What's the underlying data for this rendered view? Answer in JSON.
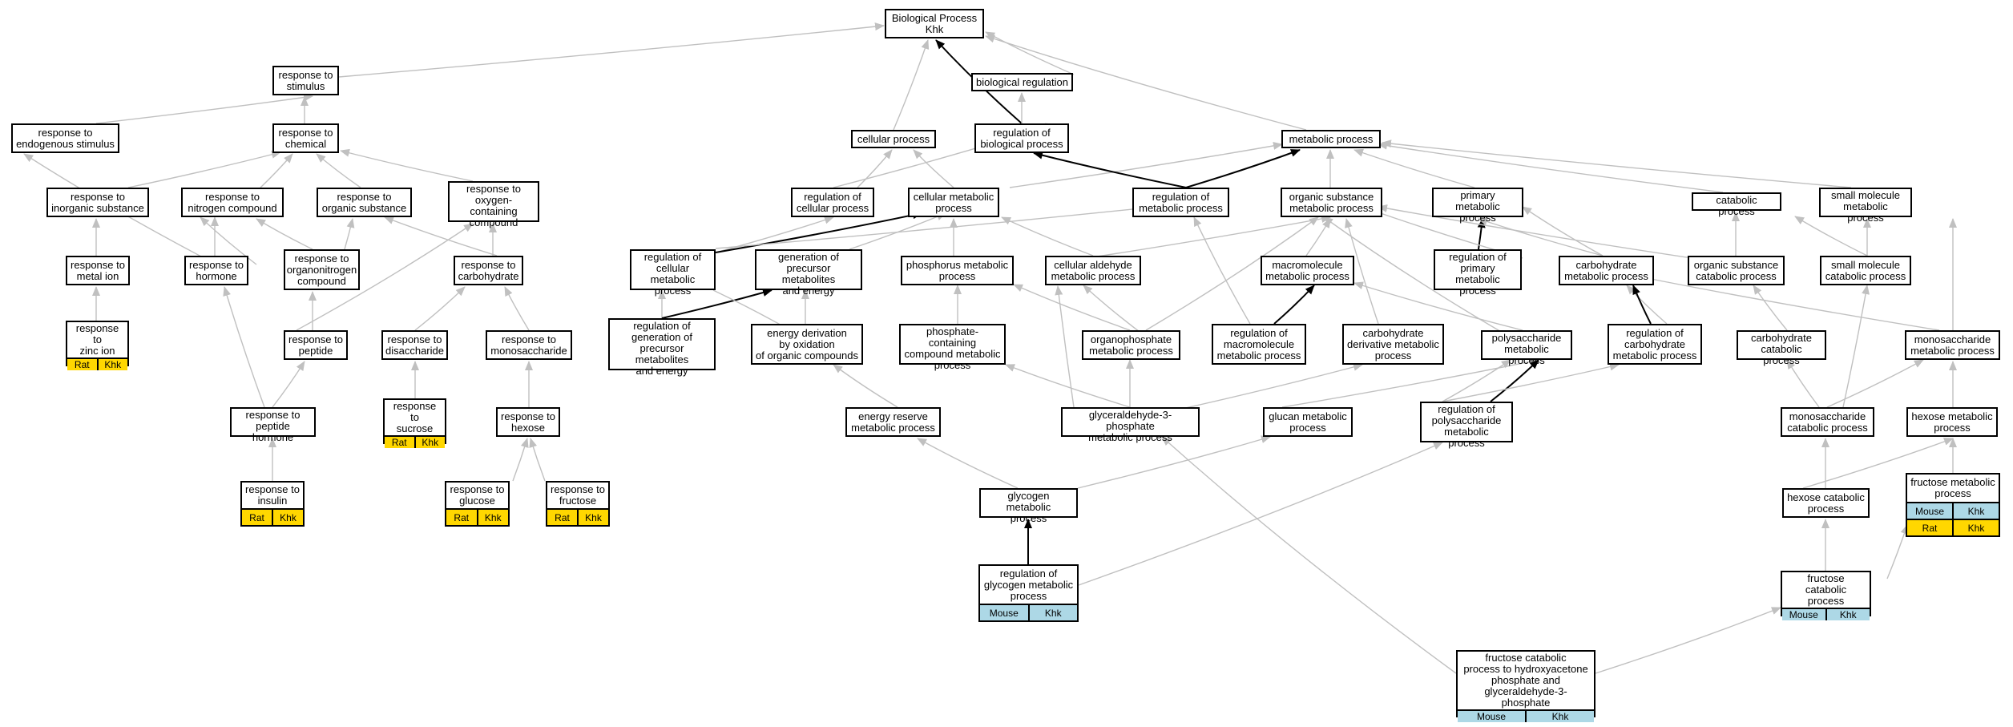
{
  "nodes": {
    "bp": "Biological Process\nKhk",
    "biological_regulation": "biological regulation",
    "response_stimulus": "response to\nstimulus",
    "cellular_process": "cellular process",
    "regulation_biological_process": "regulation of\nbiological process",
    "metabolic_process": "metabolic process",
    "response_endogenous": "response to\nendogenous stimulus",
    "response_chemical": "response to\nchemical",
    "response_inorganic": "response to\ninorganic substance",
    "response_nitrogen": "response to\nnitrogen compound",
    "response_organic": "response to\norganic substance",
    "response_oxygen": "response to\noxygen-containing\ncompound",
    "regulation_cellular_process": "regulation of\ncellular process",
    "cellular_metabolic": "cellular metabolic\nprocess",
    "regulation_metabolic": "regulation of\nmetabolic process",
    "organic_substance_metabolic": "organic substance\nmetabolic process",
    "primary_metabolic": "primary metabolic\nprocess",
    "catabolic_process": "catabolic process",
    "small_molecule_metabolic": "small molecule\nmetabolic process",
    "response_metal_ion": "response to\nmetal ion",
    "response_hormone": "response to\nhormone",
    "response_organonitrogen": "response to\norganonitrogen\ncompound",
    "response_carbohydrate": "response to\ncarbohydrate",
    "regulation_cellular_metabolic": "regulation of\ncellular metabolic\nprocess",
    "generation_precursor": "generation of\nprecursor metabolites\nand energy",
    "phosphorus_metabolic": "phosphorus metabolic\nprocess",
    "cellular_aldehyde": "cellular aldehyde\nmetabolic process",
    "macromolecule_metabolic": "macromolecule\nmetabolic process",
    "regulation_primary": "regulation of\nprimary metabolic\nprocess",
    "carbohydrate_metabolic": "carbohydrate\nmetabolic process",
    "organic_substance_catabolic": "organic substance\ncatabolic process",
    "small_molecule_catabolic": "small molecule\ncatabolic process",
    "response_zinc": "response to\nzinc ion",
    "response_peptide": "response to\npeptide",
    "response_disaccharide": "response to\ndisaccharide",
    "response_monosaccharide": "response to\nmonosaccharide",
    "regulation_generation": "regulation of\ngeneration of\nprecursor metabolites\nand energy",
    "energy_derivation": "energy derivation\nby oxidation\nof organic compounds",
    "phosphate_containing": "phosphate-containing\ncompound metabolic\nprocess",
    "organophosphate": "organophosphate\nmetabolic process",
    "regulation_macromolecule": "regulation of\nmacromolecule\nmetabolic process",
    "carbohydrate_derivative": "carbohydrate\nderivative metabolic\nprocess",
    "polysaccharide_metabolic": "polysaccharide\nmetabolic process",
    "regulation_carbohydrate": "regulation of\ncarbohydrate\nmetabolic process",
    "carbohydrate_catabolic": "carbohydrate\ncatabolic process",
    "monosaccharide_metabolic": "monosaccharide\nmetabolic process",
    "response_peptide_hormone": "response to\npeptide hormone",
    "response_sucrose": "response to\nsucrose",
    "response_hexose": "response to\nhexose",
    "energy_reserve": "energy reserve\nmetabolic process",
    "glyceraldehyde": "glyceraldehyde-3-phosphate\nmetabolic process",
    "glucan_metabolic": "glucan metabolic\nprocess",
    "regulation_polysaccharide": "regulation of\npolysaccharide\nmetabolic process",
    "monosaccharide_catabolic": "monosaccharide\ncatabolic process",
    "hexose_metabolic": "hexose metabolic\nprocess",
    "response_insulin": "response to\ninsulin",
    "response_glucose": "response to\nglucose",
    "response_fructose": "response to\nfructose",
    "glycogen_metabolic": "glycogen metabolic\nprocess",
    "hexose_catabolic": "hexose catabolic\nprocess",
    "fructose_metabolic": "fructose metabolic\nprocess",
    "regulation_glycogen": "regulation of\nglycogen metabolic\nprocess",
    "fructose_catabolic": "fructose catabolic\nprocess",
    "fructose_catabolic_dhap": "fructose catabolic\nprocess to hydroxyacetone\nphosphate and\nglyceraldehyde-3-phosphate"
  },
  "tags": {
    "rat": "Rat",
    "mouse": "Mouse",
    "khk": "Khk"
  },
  "colors": {
    "rat": "#ffd700",
    "mouse": "#add8e6",
    "edge": "#c0c0c0",
    "edge_highlight": "#000000"
  }
}
